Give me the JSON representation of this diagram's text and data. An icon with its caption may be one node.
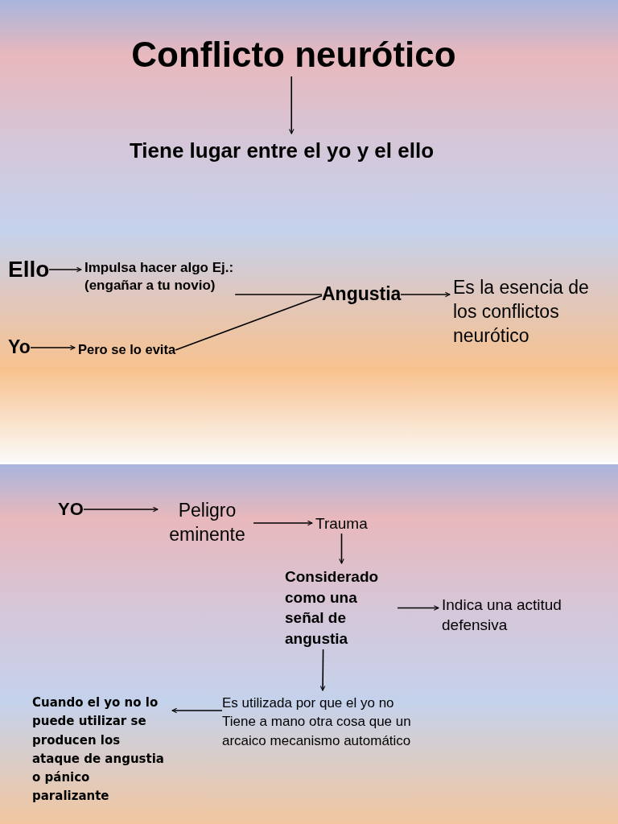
{
  "diagram": {
    "nodes": [
      {
        "text": [
          "Conflicto neurótico"
        ]
      },
      {
        "text": [
          "Tiene lugar entre el yo y el ello"
        ]
      },
      {
        "text": [
          "Ello"
        ]
      },
      {
        "text": [
          "Impulsa hacer algo Ej.: (engañar a tu novio)"
        ]
      },
      {
        "text": [
          "Yo"
        ]
      },
      {
        "text": [
          "Pero se lo evita"
        ]
      },
      {
        "text": [
          "Angustia"
        ]
      },
      {
        "text": [
          "Es la esencia de los conflictos neurótico"
        ]
      },
      {
        "text": [
          "YO"
        ]
      },
      {
        "text": [
          "Peligro eminente"
        ]
      },
      {
        "text": [
          "Trauma"
        ]
      },
      {
        "text": [
          "Considerado como una señal de angustia"
        ]
      },
      {
        "text": [
          "Indica una actitud defensiva"
        ]
      },
      {
        "text": [
          "Es utilizada por que el yo no Tiene a mano otra cosa que un arcaico mecanismo automático"
        ]
      },
      {
        "text": [
          "Cuando el yo no lo puede utilizar se producen los ataque de angustia o pánico paralizante"
        ]
      }
    ],
    "edges": [
      {
        "from": 0,
        "to": 1,
        "arrow": "to"
      },
      {
        "from": 2,
        "to": 3,
        "arrow": "to"
      },
      {
        "from": 4,
        "to": 5,
        "arrow": "to"
      },
      {
        "from": 3,
        "to": 6,
        "arrow": "none"
      },
      {
        "from": 5,
        "to": 6,
        "arrow": "none"
      },
      {
        "from": 6,
        "to": 7,
        "arrow": "to"
      },
      {
        "from": 8,
        "to": 9,
        "arrow": "to"
      },
      {
        "from": 9,
        "to": 10,
        "arrow": "to"
      },
      {
        "from": 10,
        "to": 11,
        "arrow": "to"
      },
      {
        "from": 11,
        "to": 12,
        "arrow": "to"
      },
      {
        "from": 11,
        "to": 13,
        "arrow": "to"
      },
      {
        "from": 13,
        "to": 14,
        "arrow": "to"
      }
    ]
  }
}
